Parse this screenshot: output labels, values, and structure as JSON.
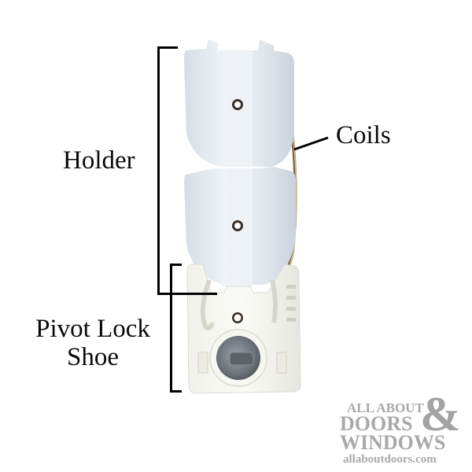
{
  "labels": {
    "holder": "Holder",
    "coils": "Coils",
    "pivot_lock_line1": "Pivot Lock",
    "pivot_lock_line2": "Shoe"
  },
  "watermark": {
    "line1": "ALL ABOUT",
    "line2": "DOORS",
    "ampersand": "&",
    "line3": "WINDOWS",
    "url": "allaboutdoors.com",
    "color": "#a9a9a9"
  },
  "colors": {
    "background": "#ffffff",
    "plastic": "#e4e9ef",
    "plastic_shadow": "#c7d0da",
    "metal": "#7c8087",
    "coil": "#8a7a55",
    "annotation": "#000000"
  }
}
